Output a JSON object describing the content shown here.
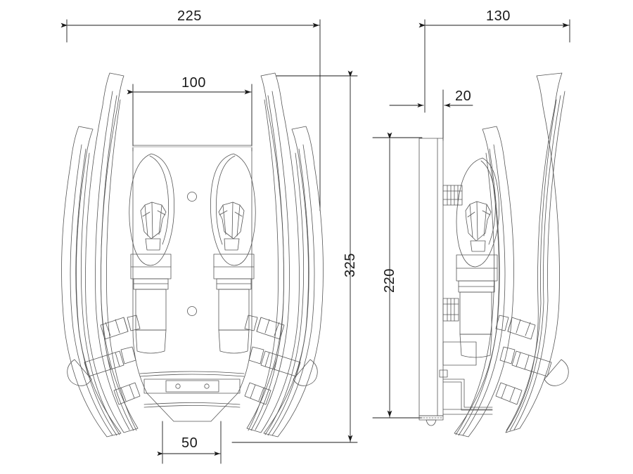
{
  "drawing": {
    "type": "technical-dimension-drawing",
    "subject": "two-light wall sconce with curved glass rods",
    "views": [
      {
        "name": "front-view",
        "label": ""
      },
      {
        "name": "side-view",
        "label": ""
      }
    ],
    "units": "mm",
    "line_color": "#1a1a1a",
    "part_color": "#555555",
    "background": "#ffffff"
  },
  "dimensions": {
    "front_overall_width": "225",
    "front_inner_width": "100",
    "front_overall_height": "325",
    "front_bottom_gap": "50",
    "side_overall_depth": "130",
    "side_backplate_thickness": "20",
    "side_body_height": "220"
  },
  "chart_data": {
    "type": "table",
    "title": "",
    "categories": [
      "front_overall_width",
      "front_inner_width",
      "front_overall_height",
      "front_bottom_gap",
      "side_overall_depth",
      "side_backplate_thickness",
      "side_body_height"
    ],
    "values": [
      225,
      100,
      325,
      50,
      130,
      20,
      220
    ],
    "xlabel": "dimension",
    "ylabel": "millimetres"
  }
}
